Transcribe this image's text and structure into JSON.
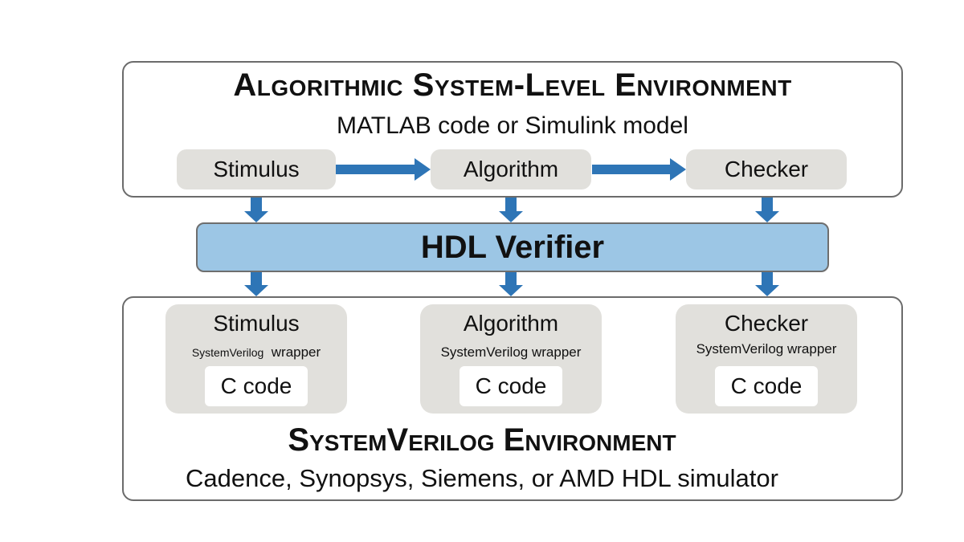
{
  "top_env": {
    "title": "Algorithmic System-Level Environment",
    "subtitle": "MATLAB code or Simulink model",
    "stimulus": "Stimulus",
    "algorithm": "Algorithm",
    "checker": "Checker"
  },
  "hdl_verifier": "HDL Verifier",
  "bottom_env": {
    "blocks": [
      {
        "title": "Stimulus",
        "wrapper_a": "SystemVerilog",
        "wrapper_b": "wrapper",
        "code": "C code"
      },
      {
        "title": "Algorithm",
        "wrapper_a": "SystemVerilog",
        "wrapper_b": "wrapper",
        "code": "C code"
      },
      {
        "title": "Checker",
        "wrapper_a": "SystemVerilog",
        "wrapper_b": "wrapper",
        "code": "C code"
      }
    ],
    "title": "SystemVerilog Environment",
    "subtitle": "Cadence, Synopsys, Siemens, or AMD HDL simulator"
  },
  "colors": {
    "arrow": "#2e75b6",
    "hdl_bar": "#9cc6e5",
    "block_fill": "#e1e0dc",
    "border": "#6b6b6b"
  }
}
